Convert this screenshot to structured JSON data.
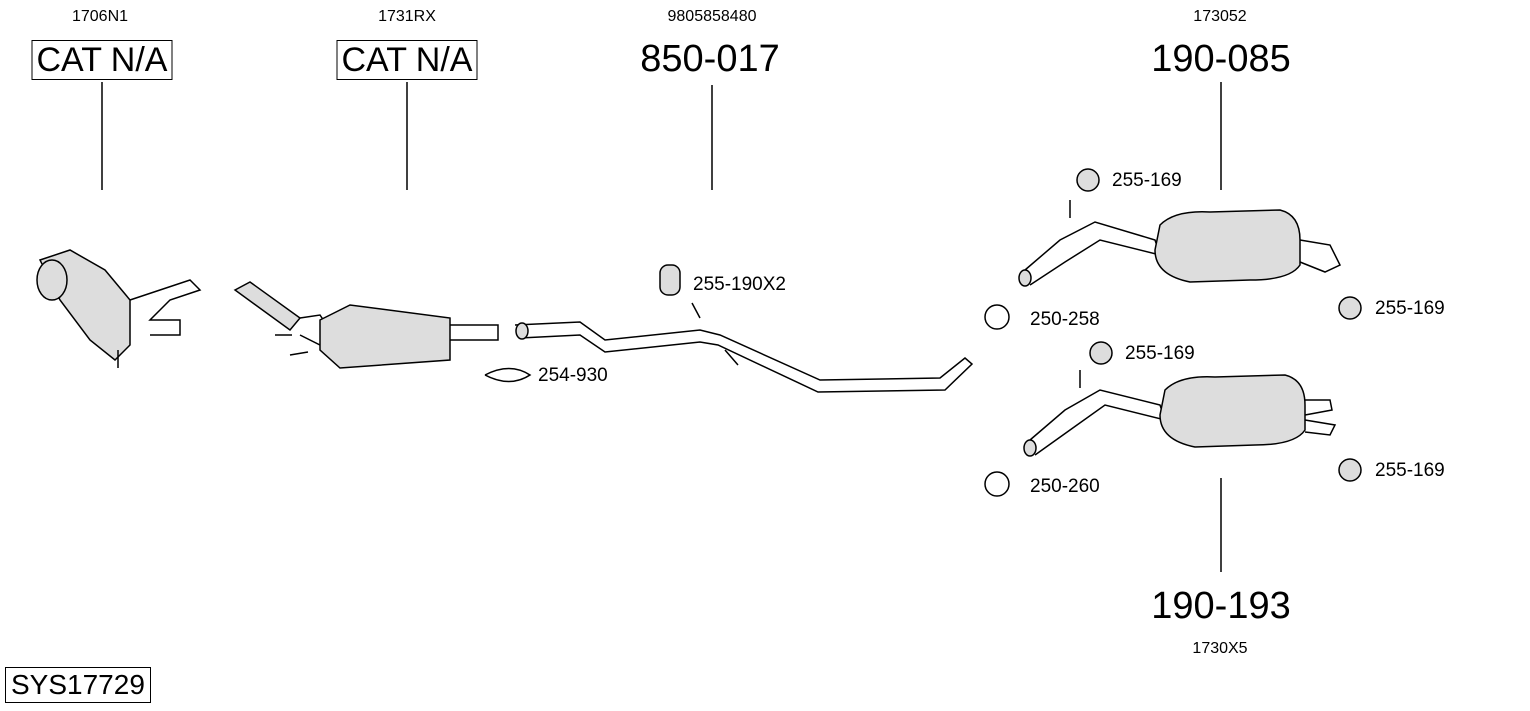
{
  "system_id": "SYS17729",
  "parts": [
    {
      "ref": "1706N1",
      "part": "CAT N/A"
    },
    {
      "ref": "1731RX",
      "part": "CAT N/A"
    },
    {
      "ref": "9805858480",
      "part": "850-017"
    },
    {
      "ref": "173052",
      "part": "190-085"
    },
    {
      "ref": "1730X5",
      "part": "190-193"
    }
  ],
  "fittings": [
    "255-190X2",
    "254-930",
    "250-258",
    "255-169",
    "255-169",
    "255-169",
    "250-260",
    "255-169"
  ]
}
